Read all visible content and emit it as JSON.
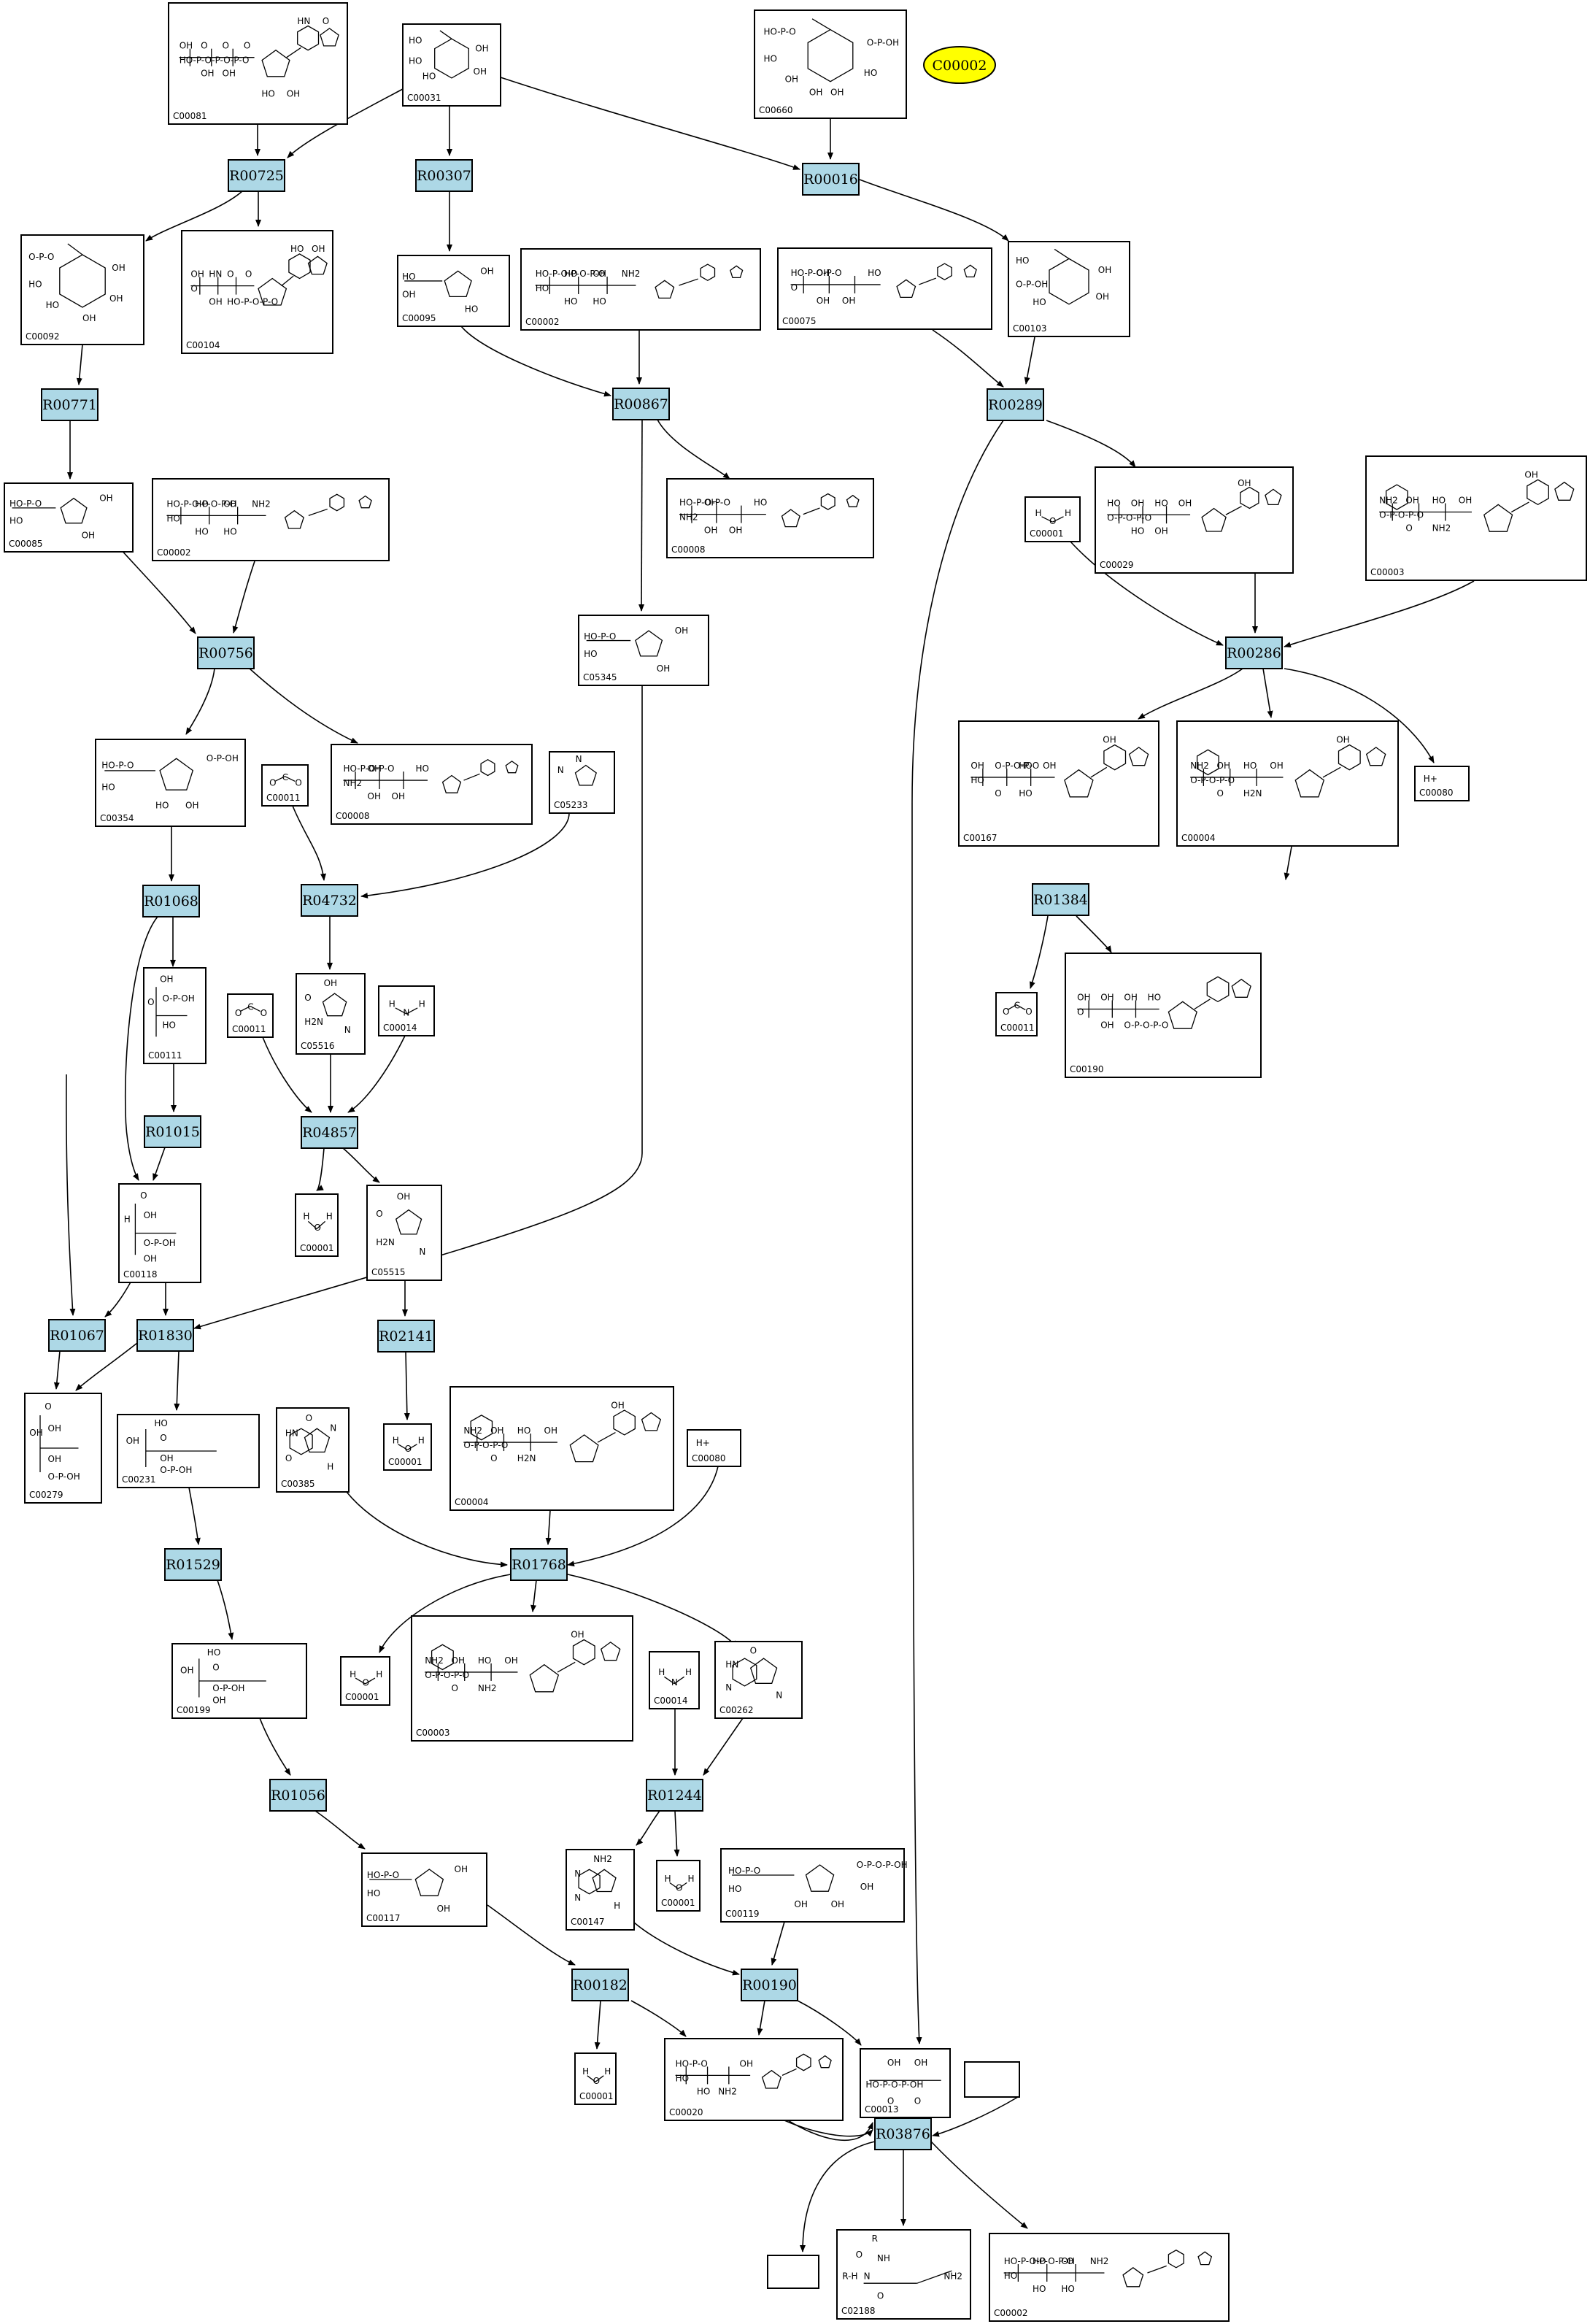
{
  "standalone": {
    "label": "C00002"
  },
  "compounds": [
    {
      "id": "C00081",
      "kind": "nucleotide",
      "atoms": [
        "OH",
        "OH",
        "OH",
        "HO-P-O-P-O-P-O",
        "O",
        "O",
        "O",
        "HN",
        "O",
        "HO",
        "OH"
      ]
    },
    {
      "id": "C00031",
      "kind": "hexose",
      "atoms": [
        "HO",
        "HO",
        "HO",
        "OH",
        "OH"
      ]
    },
    {
      "id": "C00660",
      "kind": "hexose_diphos",
      "atoms": [
        "HO-P-O",
        "HO",
        "OH",
        "O-P-OH",
        "HO",
        "OH",
        "OH"
      ]
    },
    {
      "id": "C00092",
      "kind": "hexose_phos",
      "atoms": [
        "O-P-O",
        "HO",
        "HO",
        "OH",
        "OH",
        "OH"
      ]
    },
    {
      "id": "C00104",
      "kind": "nucleotide",
      "atoms": [
        "OH",
        "OH",
        "HO-P-O-P-O",
        "O",
        "O",
        "HN",
        "O",
        "HO",
        "OH"
      ]
    },
    {
      "id": "C00095",
      "kind": "furanose",
      "atoms": [
        "HO",
        "OH",
        "HO",
        "OH"
      ]
    },
    {
      "id": "C00002",
      "kind": "nucleotide",
      "atoms": [
        "HO-P-O-P-O-P-O",
        "HO",
        "HO",
        "HO",
        "NH2",
        "HO",
        "OH"
      ]
    },
    {
      "id": "C00075",
      "kind": "nucleotide",
      "atoms": [
        "HO-P-O-P-O",
        "OH",
        "OH",
        "O",
        "HO",
        "OH"
      ]
    },
    {
      "id": "C00103",
      "kind": "hexose_phos",
      "atoms": [
        "HO",
        "O-P-OH",
        "HO",
        "OH",
        "OH"
      ]
    },
    {
      "id": "C00085",
      "kind": "furanose_phos",
      "atoms": [
        "HO-P-O",
        "HO",
        "OH",
        "OH"
      ]
    },
    {
      "id": "C00002",
      "kind": "nucleotide",
      "atoms": [
        "HO-P-O-P-O-P-O",
        "HO",
        "HO",
        "HO",
        "NH2",
        "HO",
        "OH"
      ]
    },
    {
      "id": "C00008",
      "kind": "nucleotide",
      "atoms": [
        "HO-P-O-P-O",
        "OH",
        "OH",
        "NH2",
        "HO",
        "OH"
      ]
    },
    {
      "id": "C00001",
      "kind": "water",
      "atoms": [
        "H",
        "O",
        "H"
      ]
    },
    {
      "id": "C00029",
      "kind": "udp_sugar",
      "atoms": [
        "HO",
        "HO",
        "OH",
        "O-P-O-P-O",
        "OH",
        "OH",
        "HO",
        "OH"
      ]
    },
    {
      "id": "C00003",
      "kind": "nad",
      "atoms": [
        "NH2",
        "O",
        "NH2",
        "O-P-O-P-O",
        "OH",
        "OH",
        "HO",
        "OH"
      ]
    },
    {
      "id": "C05345",
      "kind": "furanose_phos",
      "atoms": [
        "HO-P-O",
        "HO",
        "OH",
        "OH"
      ]
    },
    {
      "id": "C00354",
      "kind": "furanose_diphos",
      "atoms": [
        "HO-P-O",
        "HO",
        "OH",
        "O-P-OH",
        "HO"
      ]
    },
    {
      "id": "C00008",
      "kind": "nucleotide",
      "atoms": [
        "HO-P-O-P-O",
        "OH",
        "OH",
        "NH2",
        "HO",
        "OH"
      ]
    },
    {
      "id": "C00011",
      "kind": "co2",
      "atoms": [
        "O",
        "C",
        "O"
      ]
    },
    {
      "id": "C05233",
      "kind": "imidazole",
      "atoms": [
        "N",
        "N"
      ]
    },
    {
      "id": "C00167",
      "kind": "udp_sugar",
      "atoms": [
        "OH",
        "O",
        "HO",
        "HO",
        "OH",
        "O-P-O-P-O",
        "HO",
        "OH"
      ]
    },
    {
      "id": "C00004",
      "kind": "nad",
      "atoms": [
        "NH2",
        "O",
        "H2N",
        "O-P-O-P-O",
        "OH",
        "OH",
        "HO",
        "OH"
      ]
    },
    {
      "id": "C00080",
      "kind": "proton",
      "atoms": [
        "H+"
      ]
    },
    {
      "id": "C00111",
      "kind": "small_phos",
      "atoms": [
        "OH",
        "O",
        "O-P-OH",
        "HO"
      ]
    },
    {
      "id": "C05516",
      "kind": "imidazole",
      "atoms": [
        "OH",
        "O",
        "H2N",
        "N"
      ]
    },
    {
      "id": "C00011",
      "kind": "co2",
      "atoms": [
        "O",
        "C",
        "O"
      ]
    },
    {
      "id": "C00014",
      "kind": "ammonia",
      "atoms": [
        "H",
        "N",
        "H"
      ]
    },
    {
      "id": "C00011",
      "kind": "co2",
      "atoms": [
        "O",
        "C",
        "O"
      ]
    },
    {
      "id": "C00190",
      "kind": "udp_sugar",
      "atoms": [
        "OH",
        "OH",
        "O-P-O-P-O",
        "O",
        "HO",
        "OH",
        "OH"
      ]
    },
    {
      "id": "C00118",
      "kind": "small_phos",
      "atoms": [
        "O",
        "H",
        "OH",
        "O-P-OH",
        "OH"
      ]
    },
    {
      "id": "C00001",
      "kind": "water",
      "atoms": [
        "H",
        "O",
        "H"
      ]
    },
    {
      "id": "C05515",
      "kind": "imidazole",
      "atoms": [
        "OH",
        "O",
        "H2N",
        "N"
      ]
    },
    {
      "id": "C00279",
      "kind": "small_phos",
      "atoms": [
        "O",
        "OH",
        "OH",
        "OH",
        "O-P-OH"
      ]
    },
    {
      "id": "C00231",
      "kind": "small_phos",
      "atoms": [
        "HO",
        "OH",
        "O",
        "OH",
        "O-P-OH"
      ]
    },
    {
      "id": "C00385",
      "kind": "purine",
      "atoms": [
        "O",
        "HN",
        "O",
        "H",
        "N"
      ]
    },
    {
      "id": "C00001",
      "kind": "water",
      "atoms": [
        "H",
        "O",
        "H"
      ]
    },
    {
      "id": "C00004",
      "kind": "nad",
      "atoms": [
        "NH2",
        "O",
        "H2N",
        "O-P-O-P-O",
        "OH",
        "OH",
        "HO",
        "OH"
      ]
    },
    {
      "id": "C00080",
      "kind": "proton",
      "atoms": [
        "H+"
      ]
    },
    {
      "id": "C00199",
      "kind": "small_phos",
      "atoms": [
        "HO",
        "OH",
        "O",
        "O-P-OH",
        "OH"
      ]
    },
    {
      "id": "C00001",
      "kind": "water",
      "atoms": [
        "H",
        "O",
        "H"
      ]
    },
    {
      "id": "C00003",
      "kind": "nad",
      "atoms": [
        "NH2",
        "O",
        "NH2",
        "O-P-O-P-O",
        "OH",
        "OH",
        "HO",
        "OH"
      ]
    },
    {
      "id": "C00014",
      "kind": "ammonia",
      "atoms": [
        "H",
        "N",
        "H"
      ]
    },
    {
      "id": "C00262",
      "kind": "purine",
      "atoms": [
        "O",
        "HN",
        "N",
        "N"
      ]
    },
    {
      "id": "C00117",
      "kind": "furanose_phos",
      "atoms": [
        "HO-P-O",
        "HO",
        "OH",
        "OH"
      ]
    },
    {
      "id": "C00147",
      "kind": "purine",
      "atoms": [
        "NH2",
        "N",
        "N",
        "H"
      ]
    },
    {
      "id": "C00001",
      "kind": "water",
      "atoms": [
        "H",
        "O",
        "H"
      ]
    },
    {
      "id": "C00119",
      "kind": "furanose_diphos",
      "atoms": [
        "HO-P-O",
        "HO",
        "OH",
        "O-P-O-P-OH",
        "OH",
        "OH"
      ]
    },
    {
      "id": "C00001",
      "kind": "water",
      "atoms": [
        "H",
        "O",
        "H"
      ]
    },
    {
      "id": "C00020",
      "kind": "nucleotide",
      "atoms": [
        "HO-P-O",
        "HO",
        "NH2",
        "HO",
        "OH"
      ]
    },
    {
      "id": "C00013",
      "kind": "diphosphate",
      "atoms": [
        "OH",
        "OH",
        "HO-P-O-P-OH",
        "O",
        "O"
      ]
    },
    {
      "id": "",
      "kind": "empty",
      "atoms": []
    },
    {
      "id": "",
      "kind": "empty",
      "atoms": []
    },
    {
      "id": "C02188",
      "kind": "peptide",
      "atoms": [
        "R",
        "O",
        "NH",
        "R-H",
        "N",
        "NH2",
        "O"
      ]
    },
    {
      "id": "C00002",
      "kind": "nucleotide",
      "atoms": [
        "HO-P-O-P-O-P-O",
        "HO",
        "HO",
        "HO",
        "NH2",
        "HO",
        "OH"
      ]
    }
  ],
  "reactions": [
    {
      "id": "R00725"
    },
    {
      "id": "R00307"
    },
    {
      "id": "R00016"
    },
    {
      "id": "R00771"
    },
    {
      "id": "R00867"
    },
    {
      "id": "R00289"
    },
    {
      "id": "R00756"
    },
    {
      "id": "R00286"
    },
    {
      "id": "R01068"
    },
    {
      "id": "R04732"
    },
    {
      "id": "R01384"
    },
    {
      "id": "R01015"
    },
    {
      "id": "R04857"
    },
    {
      "id": "R01067"
    },
    {
      "id": "R01830"
    },
    {
      "id": "R02141"
    },
    {
      "id": "R01529"
    },
    {
      "id": "R01768"
    },
    {
      "id": "R01056"
    },
    {
      "id": "R01244"
    },
    {
      "id": "R00182"
    },
    {
      "id": "R00190"
    },
    {
      "id": "R03876"
    }
  ]
}
